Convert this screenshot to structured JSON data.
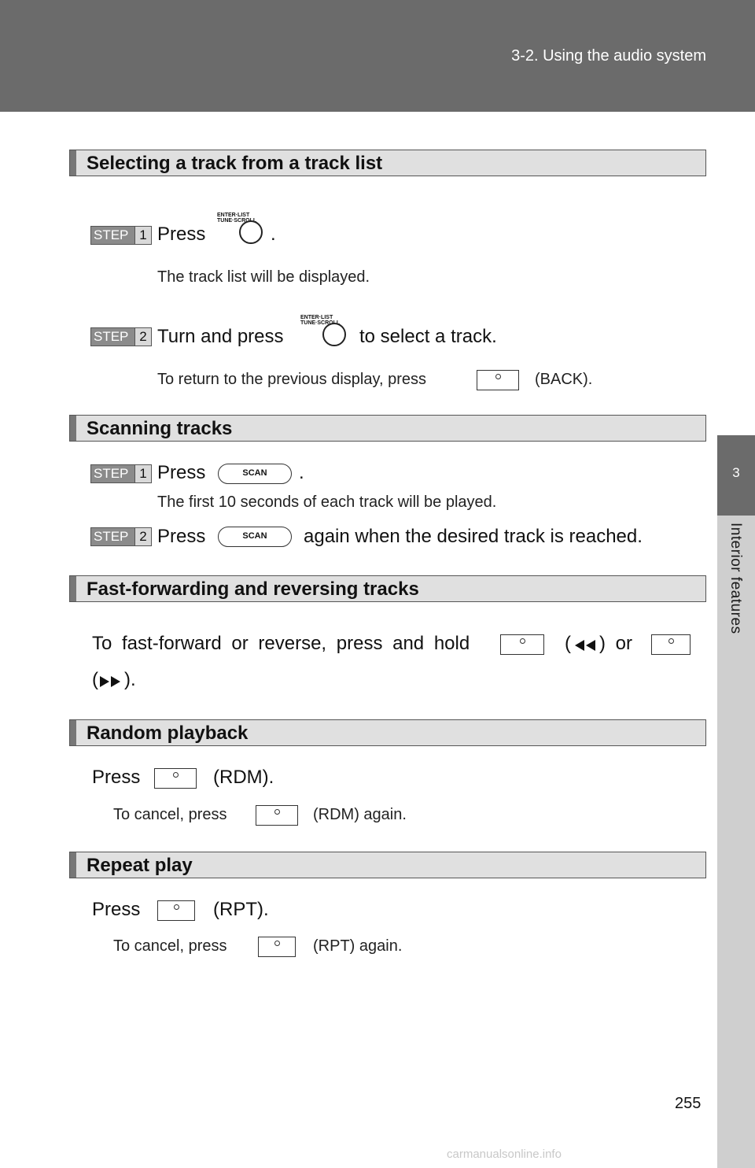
{
  "header": {
    "title": "3-2. Using the audio system"
  },
  "side_tab": {
    "number": "3",
    "label": "Interior features"
  },
  "sections": [
    {
      "title": "Selecting a track from a track list"
    },
    {
      "title": "Scanning tracks"
    },
    {
      "title": "Fast-forwarding and reversing tracks"
    },
    {
      "title": "Random playback"
    },
    {
      "title": "Repeat play"
    }
  ],
  "steps": {
    "label": "STEP",
    "n1": "1",
    "n2": "2"
  },
  "knob": {
    "line1": "ENTER·LIST",
    "line2": "TUNE·SCROLL"
  },
  "scan_button": {
    "label": "SCAN"
  },
  "select_track": {
    "step1_text": "Press",
    "step1_end": ".",
    "step1_note": "The track list will be displayed.",
    "step2_text": "Turn and press",
    "step2_end": "to select a track.",
    "step2_note_pre": "To return to the previous display, press",
    "step2_note_post": "(BACK)."
  },
  "scanning": {
    "step1_text": "Press",
    "step1_end": ".",
    "step1_note": "The first 10 seconds of each track will be played.",
    "step2_text": "Press",
    "step2_end": "again when the desired track is reached."
  },
  "fast_forward": {
    "text_pre": "To fast-forward or reverse, press and hold",
    "open_paren": "(",
    "close_or": ") or",
    "close_end": ")."
  },
  "random": {
    "text": "Press",
    "end": "(RDM).",
    "note_pre": "To cancel, press",
    "note_post": "(RDM) again."
  },
  "repeat": {
    "text": "Press",
    "end": "(RPT).",
    "note_pre": "To cancel, press",
    "note_post": "(RPT) again."
  },
  "page_number": "255",
  "watermark": "carmanualsonline.info"
}
